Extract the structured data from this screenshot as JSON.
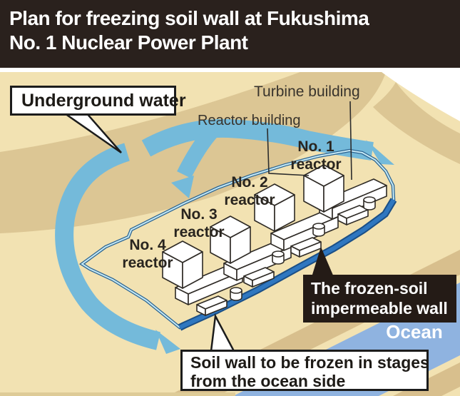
{
  "title": {
    "line1": "Plan for freezing soil wall at Fukushima",
    "line2": "No. 1 Nuclear Power Plant"
  },
  "labels": {
    "underground_water": "Underground water",
    "turbine_building": "Turbine building",
    "reactor_building": "Reactor building",
    "ocean": "Ocean"
  },
  "reactor_labels": [
    {
      "line1": "No. 1",
      "line2": "reactor"
    },
    {
      "line1": "No. 2",
      "line2": "reactor"
    },
    {
      "line1": "No. 3",
      "line2": "reactor"
    },
    {
      "line1": "No. 4",
      "line2": "reactor"
    }
  ],
  "callouts": {
    "frozen_wall": {
      "line1": "The frozen-soil",
      "line2": "impermeable wall"
    },
    "soil_wall": {
      "line1": "Soil wall to be frozen in stages",
      "line2": "from the ocean side"
    }
  },
  "colors": {
    "title_bg": "#2a211d",
    "sand": "#f2e2b2",
    "hill": "#dcc694",
    "road_stripe": "#d8bf8d",
    "water_arrow": "#74bada",
    "wall_thin": "#c4e9f6",
    "wall_thick": "#2f77c0",
    "ocean": "#8fb3e0",
    "building_fill": "#ffffff",
    "outline": "#2e2a25"
  }
}
